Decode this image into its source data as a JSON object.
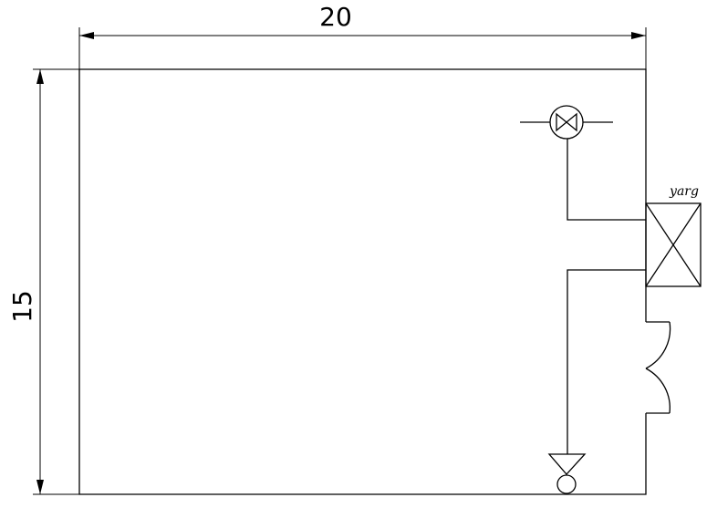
{
  "dimensions": {
    "width_label": "20",
    "height_label": "15"
  },
  "components": {
    "device_label": "yarg"
  },
  "colors": {
    "line": "#000000",
    "background": "#ffffff"
  }
}
